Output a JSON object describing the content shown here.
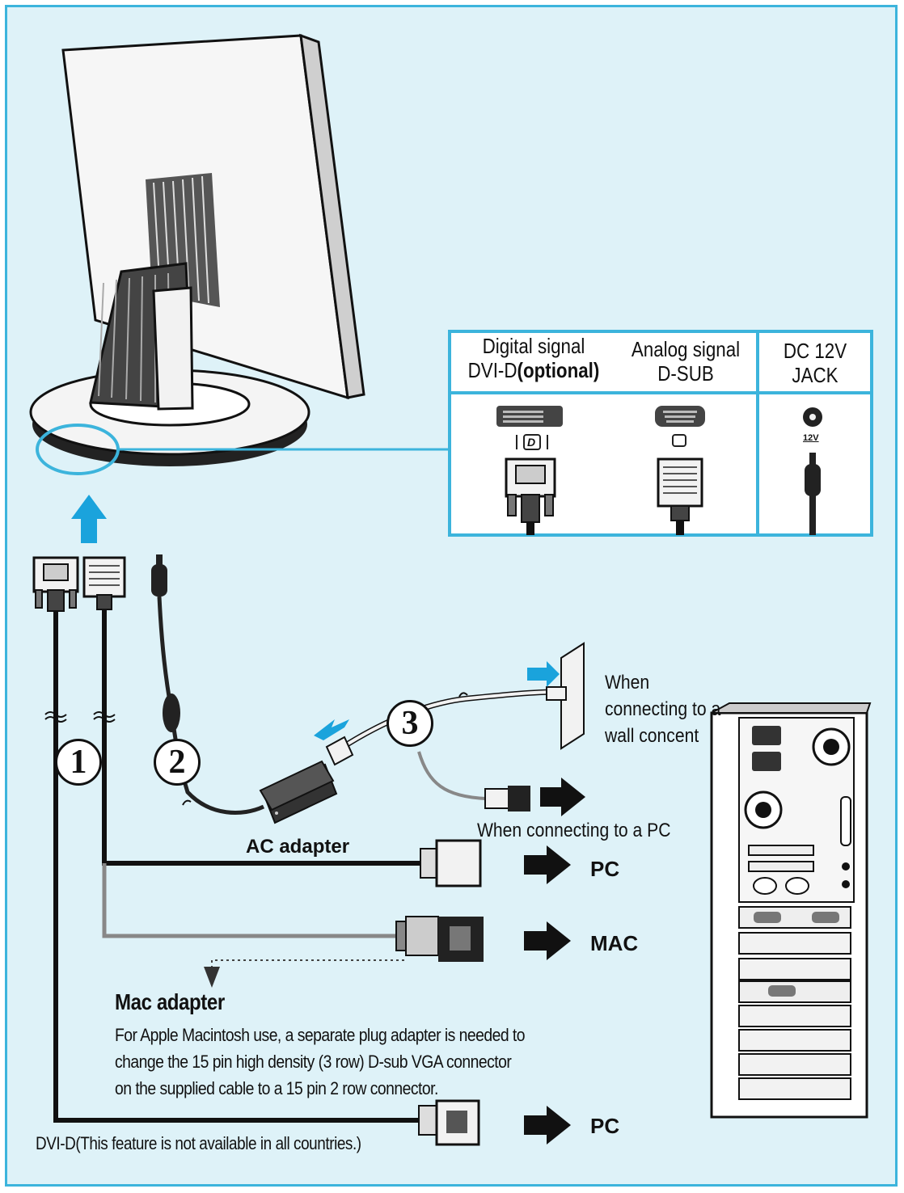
{
  "ports_panel": {
    "digital_line1": "Digital signal",
    "digital_line2": "DVI-D",
    "digital_optional": "(optional)",
    "analog_line1": "Analog signal",
    "analog_line2": "D-SUB",
    "dc_line1": "DC 12V",
    "dc_line2": "JACK",
    "dvi_symbol": "D",
    "dc_symbol": "12V"
  },
  "steps": {
    "one": "1",
    "two": "2",
    "three": "3"
  },
  "labels": {
    "wall_line1": "When",
    "wall_line2": "connecting to a",
    "wall_line3": "wall concent",
    "when_pc": "When connecting to a PC",
    "ac_adapter": "AC adapter",
    "pc_vga": "PC",
    "mac": "MAC",
    "pc_dvi": "PC",
    "dvi_note": "DVI-D(This feature is not available in all countries.)"
  },
  "mac_adapter": {
    "title": "Mac adapter",
    "line1": "For Apple Macintosh use, a separate plug adapter is needed to",
    "line2": "change the 15 pin high density (3 row) D-sub VGA connector",
    "line3": "on the supplied cable to a 15 pin 2 row connector."
  },
  "colors": {
    "accent": "#3cb4dc",
    "background": "#def2f8"
  }
}
